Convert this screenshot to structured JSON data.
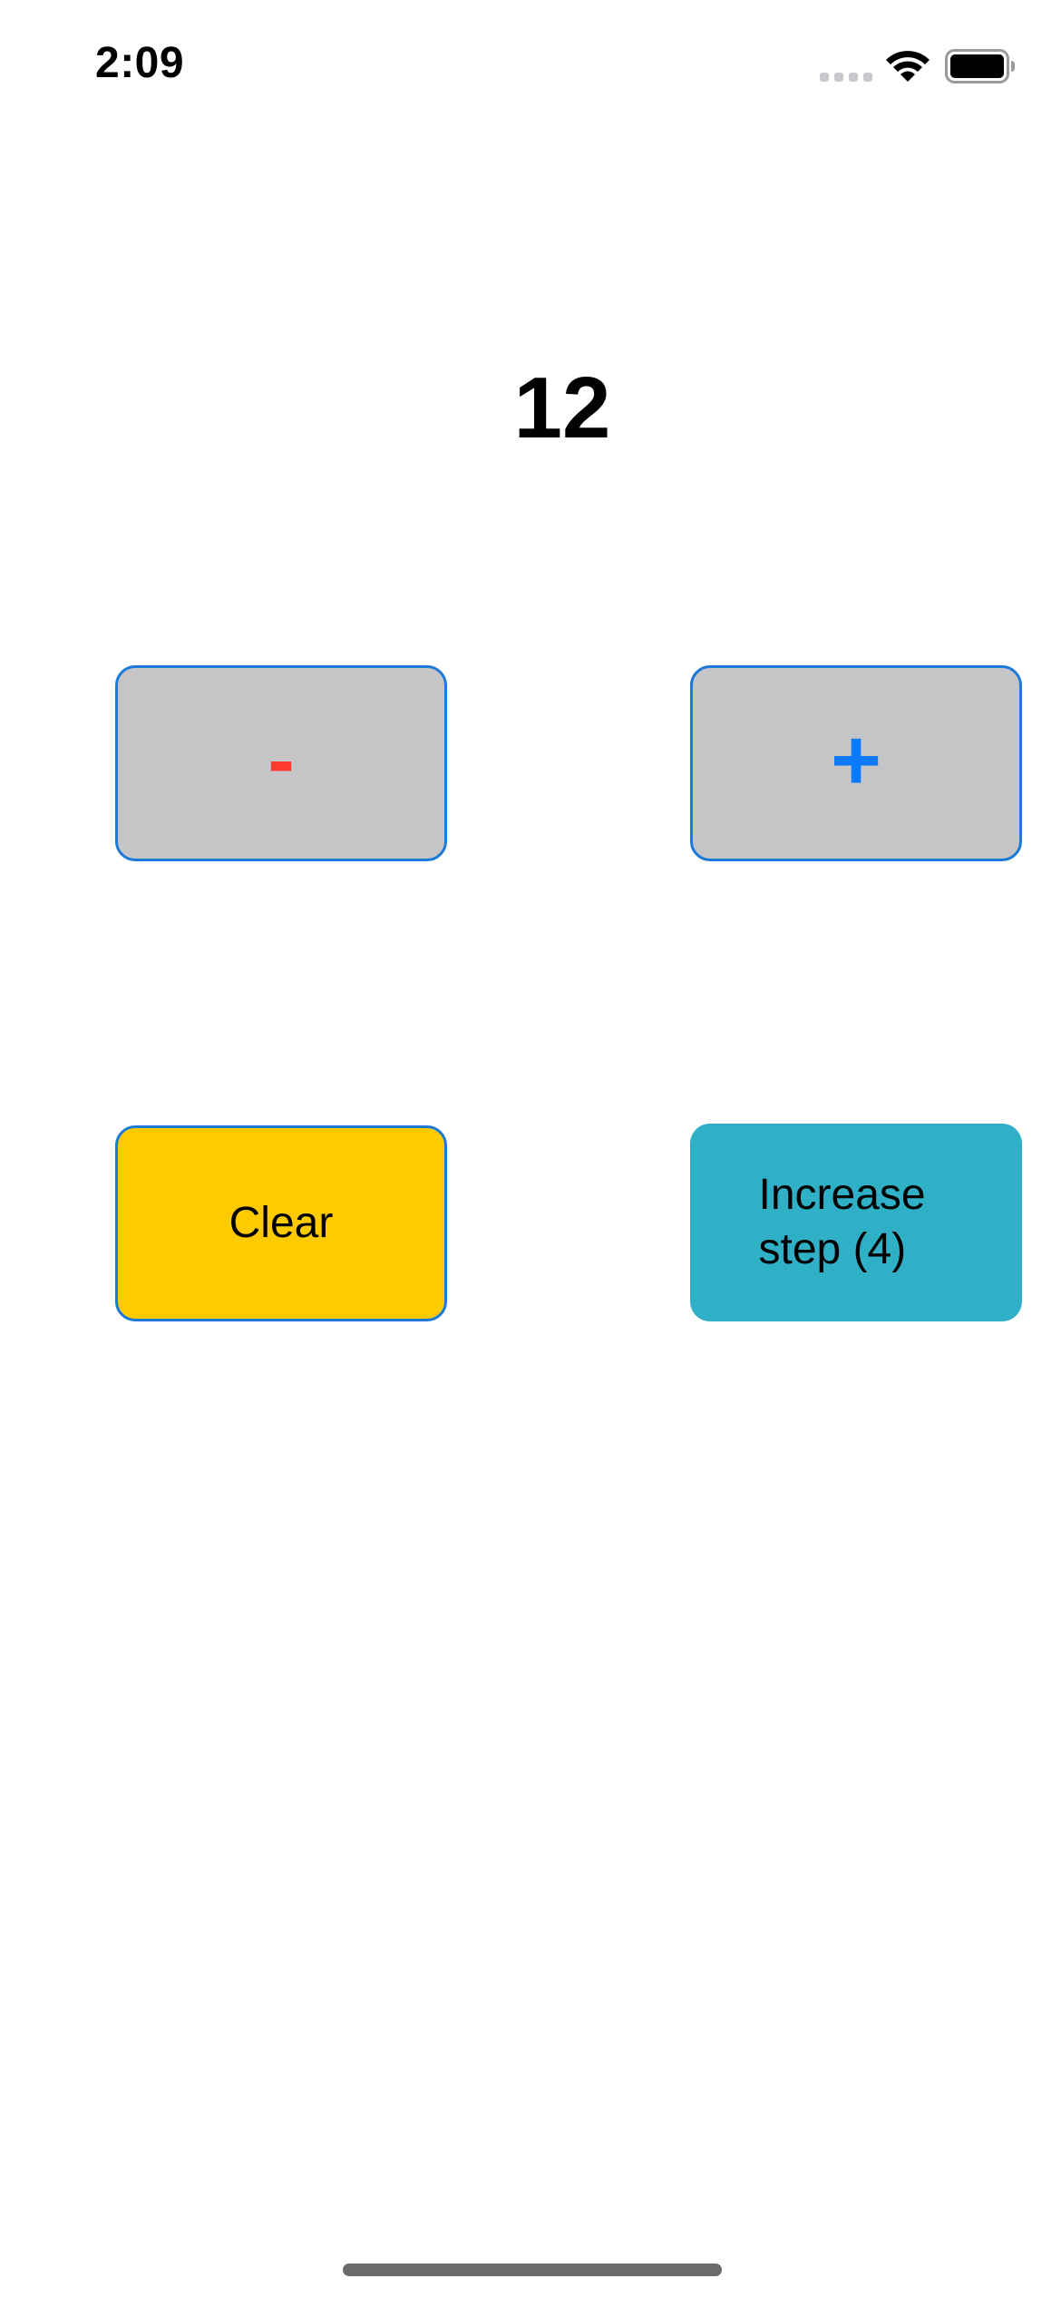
{
  "status_bar": {
    "time": "2:09",
    "icons": [
      "cellular-signal-icon",
      "wifi-icon",
      "battery-icon"
    ]
  },
  "counter": {
    "value": "12"
  },
  "buttons": {
    "decrement_label": "-",
    "increment_label": "+",
    "clear_label": "Clear",
    "increase_step_label": "Increase step (4)"
  },
  "colors": {
    "decrement_symbol": "#ff3b30",
    "increment_symbol": "#0a7aff",
    "button_border": "#1e7ad8",
    "gray_button_bg": "#c5c5c7",
    "clear_bg": "#ffcb00",
    "step_bg": "#2fb0c6"
  }
}
